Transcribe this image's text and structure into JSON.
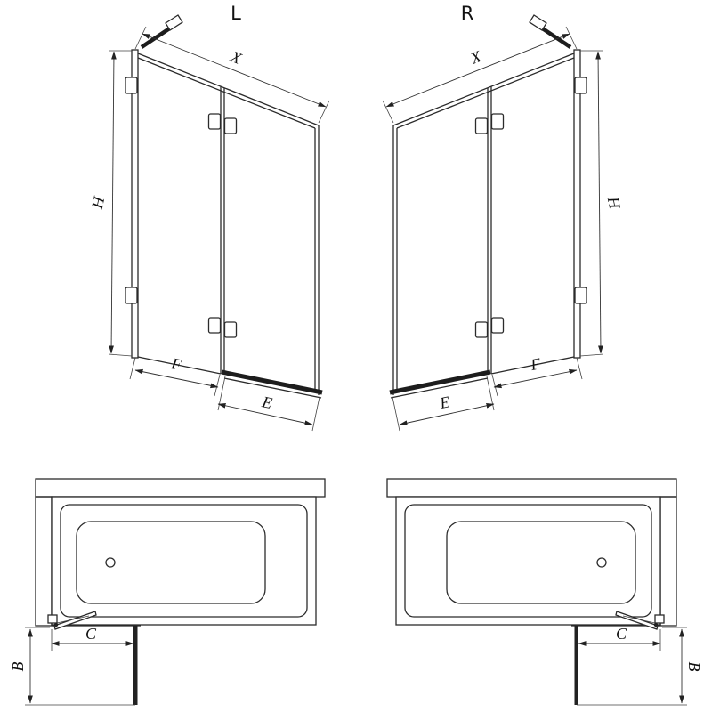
{
  "page": {
    "background": "#ffffff",
    "line_color": "#2b2b2b",
    "hatch_color": "#4a4a4a"
  },
  "views": {
    "left_screen": {
      "label": "L",
      "dim_width": "X",
      "dim_height": "H",
      "dim_fixed_panel": "F",
      "dim_door_panel": "E"
    },
    "right_screen": {
      "label": "R",
      "dim_width": "X",
      "dim_height": "H",
      "dim_fixed_panel": "F",
      "dim_door_panel": "E"
    },
    "left_plan": {
      "dim_depth": "C",
      "dim_swing": "B"
    },
    "right_plan": {
      "dim_depth": "C",
      "dim_swing": "B"
    }
  }
}
